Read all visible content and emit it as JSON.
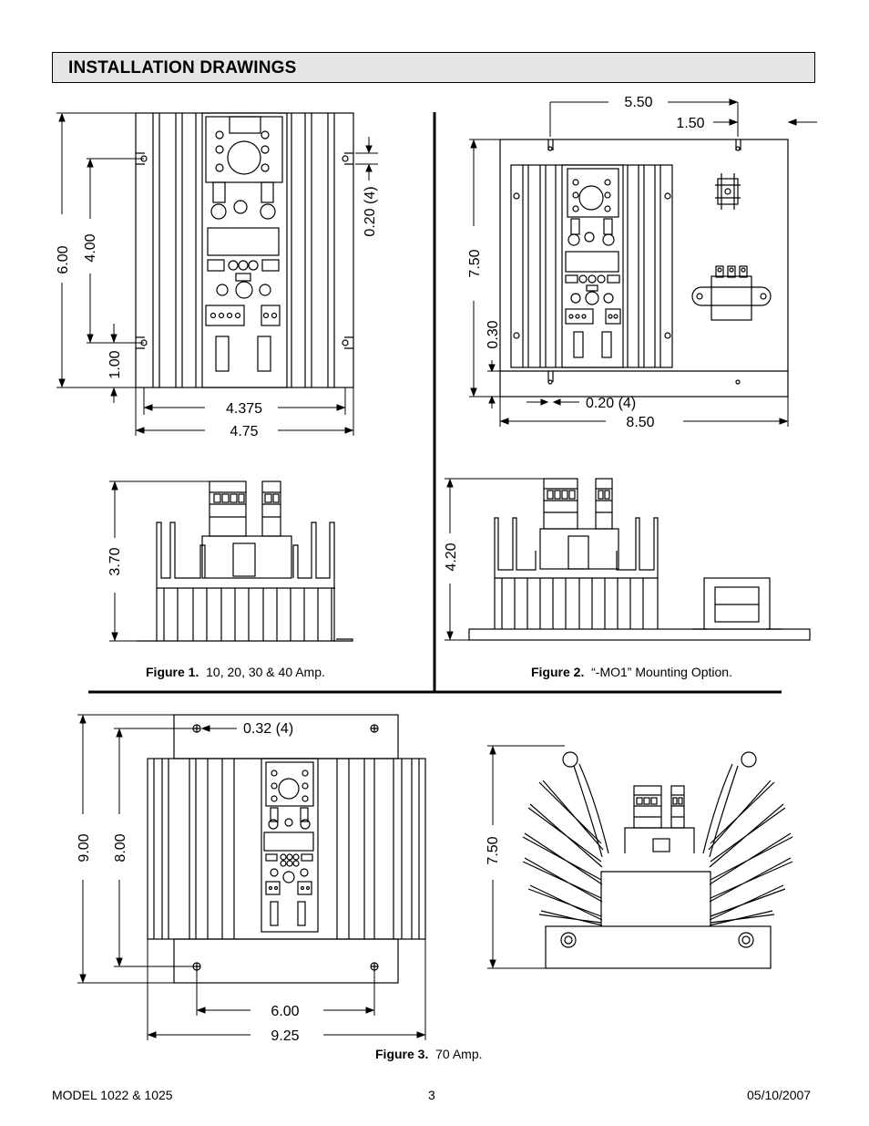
{
  "header": {
    "title": "INSTALLATION DRAWINGS"
  },
  "figure1": {
    "caption_label": "Figure 1.",
    "caption_text": "10, 20, 30 & 40 Amp.",
    "dim_height_total": "6.00",
    "dim_height_mount": "4.00",
    "dim_bottom": "1.00",
    "dim_slot": "0.20 (4)",
    "dim_width_inner": "4.375",
    "dim_width_outer": "4.75",
    "dim_side_height": "3.70"
  },
  "figure2": {
    "caption_label": "Figure 2.",
    "caption_text": "“-MO1” Mounting Option.",
    "dim_top_a": "5.50",
    "dim_top_b": "1.50",
    "dim_height": "7.50",
    "dim_bottom": "0.30",
    "dim_slot": "0.20 (4)",
    "dim_width": "8.50",
    "dim_side_height": "4.20"
  },
  "figure3": {
    "caption_label": "Figure 3.",
    "caption_text": "70 Amp.",
    "dim_hole": "0.32 (4)",
    "dim_height_total": "9.00",
    "dim_height_mount": "8.00",
    "dim_width_mount": "6.00",
    "dim_width_total": "9.25",
    "dim_side_height": "7.50"
  },
  "footer": {
    "model": "MODEL 1022 & 1025",
    "page": "3",
    "date": "05/10/2007"
  }
}
